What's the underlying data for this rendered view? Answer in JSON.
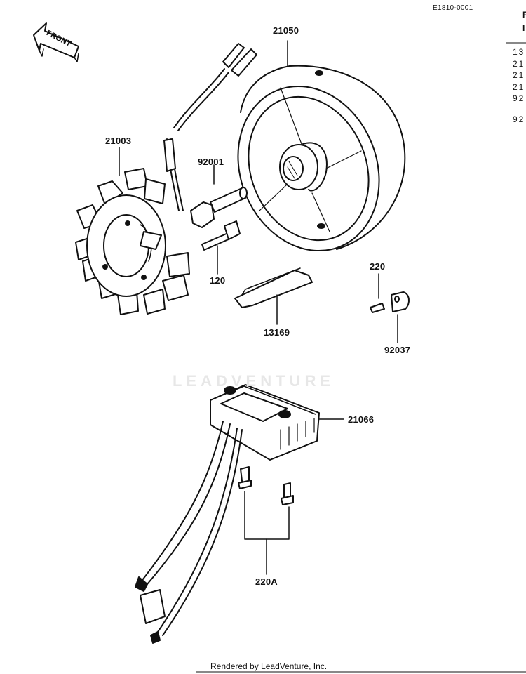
{
  "drawing_code": "E1810-0001",
  "front_arrow_label": "FRONT",
  "watermark": "LEADVENTURE",
  "footer": "Rendered by LeadVenture, Inc.",
  "right_header": [
    "F",
    "I"
  ],
  "right_parts_list": [
    "13",
    "21",
    "21",
    "21",
    "92",
    "92"
  ],
  "callouts": {
    "flywheel": "21050",
    "stator": "21003",
    "bolt_92001": "92001",
    "bolt_120": "120",
    "plate_13169": "13169",
    "screw_220": "220",
    "clamp_92037": "92037",
    "regulator": "21066",
    "screw_220a": "220A"
  }
}
